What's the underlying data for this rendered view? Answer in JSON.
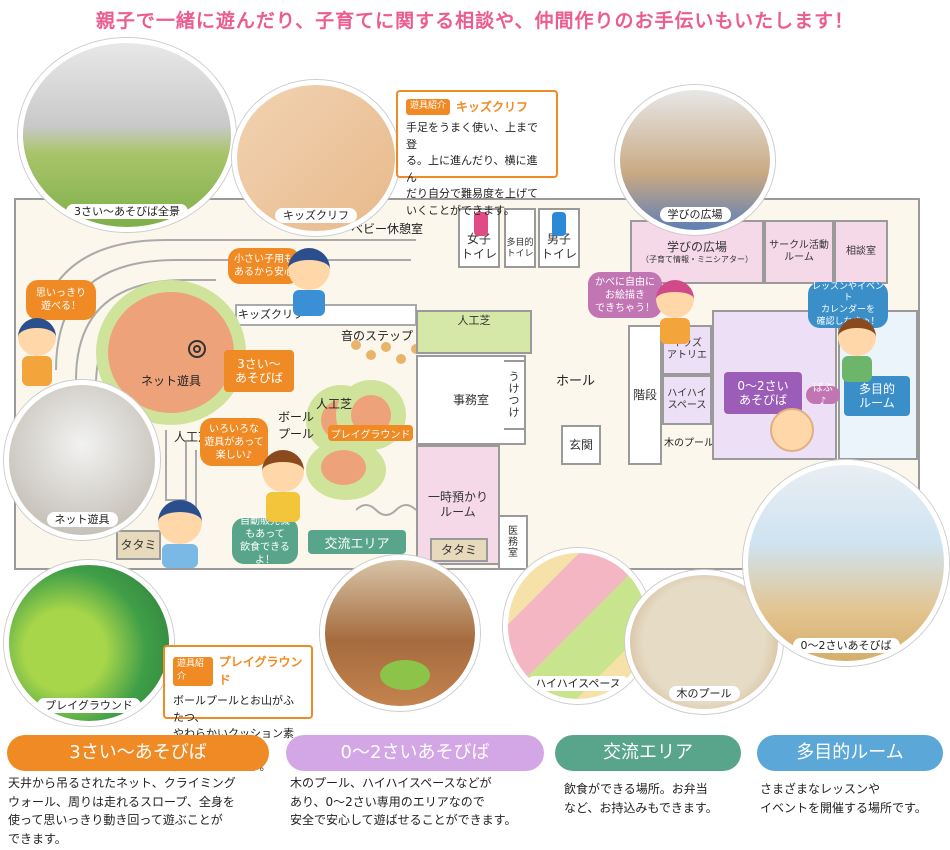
{
  "headline": "親子で一緒に遊んだり、子育てに関する相談や、仲間作りのお手伝いもいたします！",
  "colors": {
    "pink": "#ec5d8f",
    "orange": "#f08a24",
    "lavender": "#c89be0",
    "teal": "#58a58c",
    "blue": "#5aa7d8",
    "green_area": "#d5e8a8"
  },
  "photos": {
    "zenkei": "3さい～あそびば全景",
    "kidsclif": "キッズクリフ",
    "manabi": "学びの広場",
    "net": "ネット遊具",
    "playground": "プレイグラウンド",
    "haihai": "ハイハイスペース",
    "kinopool": "木のプール",
    "zero2": "0～2さいあそびば"
  },
  "info_kidsclif": {
    "tag": "遊具紹介",
    "title": "キッズクリフ",
    "lines": [
      "手足をうまく使い、上まで登",
      "る。上に進んだり、横に進ん",
      "だり自分で難易度を上げて",
      "いくことができます。"
    ]
  },
  "info_playground": {
    "tag": "遊具紹介",
    "title": "プレイグラウンド",
    "lines": [
      "ボールプールとお山がふたつ、",
      "やわらかいクッション素材で",
      "安心して遊べます。"
    ]
  },
  "map": {
    "baby_rest": "ベビー休憩室",
    "girls_toilet": [
      "女子",
      "トイレ"
    ],
    "multi_toilet": [
      "多目的",
      "トイレ"
    ],
    "boys_toilet": [
      "男子",
      "トイレ"
    ],
    "manabi_room": [
      "学びの広場",
      "（子育て情報・ミニシアター）"
    ],
    "circle_room": [
      "サークル活動",
      "ルーム"
    ],
    "consult_room": "相談室",
    "kidsclif": "キッズクリフ",
    "oto_step": "音のステップ",
    "jinkoshiba_top": "人工芝",
    "jinkoshiba_mid": "人工芝",
    "jinkoshiba_left": "人工芝",
    "net_yugu": "ネット遊具",
    "area3": [
      "3さい～",
      "あそびば"
    ],
    "ball_pool": [
      "ボール",
      "プール"
    ],
    "playground_tag": "プレイグラウンド",
    "office": "事務室",
    "uketsuke": [
      "う",
      "け",
      "つ",
      "け"
    ],
    "hall": "ホール",
    "genkan": "玄関",
    "kaidan": "階段",
    "kids_atelier": [
      "キッズ",
      "アトリエ"
    ],
    "haihai": [
      "ハイハイ",
      "スペース"
    ],
    "kinopool": "木のプール",
    "zero2": [
      "0～2さい",
      "あそびば"
    ],
    "tamokuteki": [
      "多目的",
      "ルーム"
    ],
    "ichiji": [
      "一時預かり",
      "ルーム"
    ],
    "tatami_mid": "タタミ",
    "tatami_left": "タタミ",
    "iryou": [
      "医",
      "務",
      "室"
    ],
    "koryu": "交流エリア"
  },
  "bubbles": {
    "omoikkiri": [
      "思いっきり",
      "遊べる！"
    ],
    "small_kids": [
      "小さい子用も",
      "あるから安心"
    ],
    "iroiro": [
      "いろいろな",
      "遊具があって",
      "楽しい♪"
    ],
    "jihanki": [
      "自動販売機",
      "もあって",
      "飲食できるよ！"
    ],
    "kabe": [
      "かべに自由に",
      "お絵描き",
      "できちゃう！"
    ],
    "lesson": [
      "レッスンやイベント",
      "カレンダーを",
      "確認しなきゃ！"
    ],
    "babu": "ばぶ♪"
  },
  "sections": [
    {
      "title": "3さい～あそびば",
      "color": "#f08a24",
      "lines": [
        "天井から吊るされたネット、クライミング",
        "ウォール、周りは走れるスロープ、全身を",
        "使って思いっきり動き回って遊ぶことが",
        "できます。"
      ]
    },
    {
      "title": "0～2さいあそびば",
      "color": "#d3a6e6",
      "lines": [
        "木のプール、ハイハイスペースなどが",
        "あり、0～2さい専用のエリアなので",
        "安全で安心して遊ばせることができます。"
      ]
    },
    {
      "title": "交流エリア",
      "color": "#58a58c",
      "lines": [
        "飲食ができる場所。お弁当",
        "など、お持込みもできます。"
      ]
    },
    {
      "title": "多目的ルーム",
      "color": "#5aa7d8",
      "lines": [
        "さまざまなレッスンや",
        "イベントを開催する場所です。"
      ]
    }
  ]
}
